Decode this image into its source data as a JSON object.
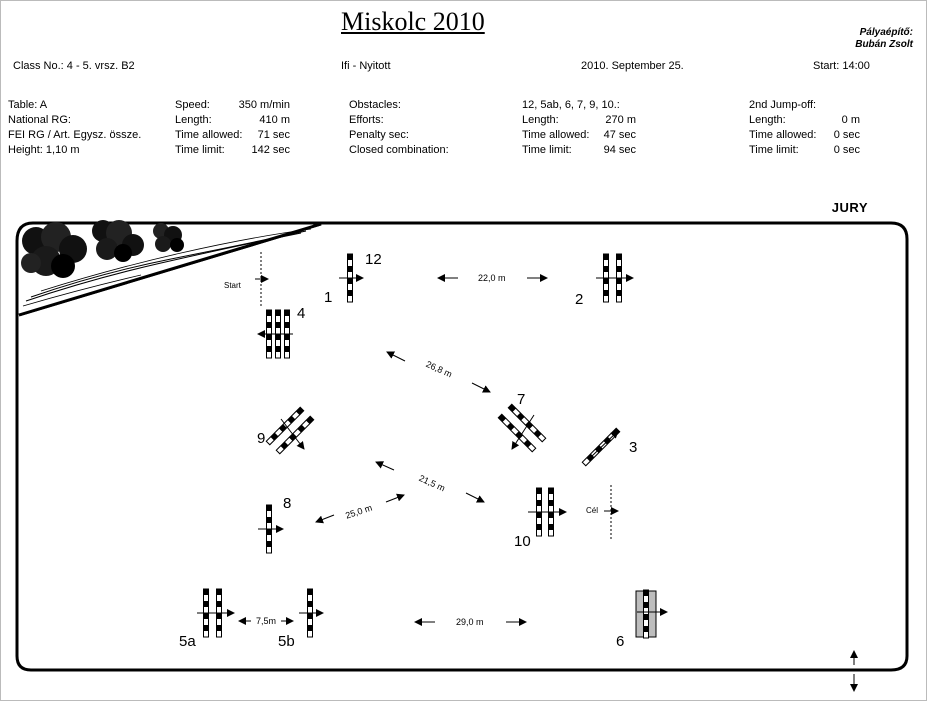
{
  "title": "Miskolc 2010",
  "designer": {
    "role": "Pályaépítő:",
    "name": "Bubán Zsolt"
  },
  "header": {
    "class_no": "Class No.: 4 - 5. vrsz. B2",
    "category": "Ifi - Nyitott",
    "date": "2010. September 25.",
    "start": "Start: 14:00"
  },
  "col1": [
    "Table: A",
    "National RG:",
    "FEI RG / Art. Egysz. össze.",
    "Height: 1,10 m"
  ],
  "col2": {
    "labels": [
      "Speed:",
      "Length:",
      "Time allowed:",
      "Time limit:"
    ],
    "values": [
      "350 m/min",
      "410 m",
      "71 sec",
      "142 sec"
    ]
  },
  "col3": [
    "Obstacles:",
    "Efforts:",
    "Penalty sec:",
    "Closed combination:"
  ],
  "col4": {
    "header": "12, 5ab, 6, 7, 9, 10.:",
    "labels": [
      "Length:",
      "Time allowed:",
      "Time limit:"
    ],
    "values": [
      "270 m",
      "47 sec",
      "94 sec"
    ]
  },
  "col5": {
    "header": "2nd Jump-off:",
    "labels": [
      "Length:",
      "Time allowed:",
      "Time limit:"
    ],
    "values": [
      "0 m",
      "0 sec",
      "0 sec"
    ]
  },
  "jury": "JURY",
  "arena": {
    "start_label": "Start",
    "finish_label": "Cél",
    "distances": {
      "d1_2": "22,0 m",
      "d4_7": "26,8 m",
      "d9_10": "21,5 m",
      "d10_8": "25,0 m",
      "d5a_5b": "7,5m",
      "d5b_6": "29,0 m"
    },
    "obstacles": {
      "o1": "1",
      "o12": "12",
      "o2": "2",
      "o4": "4",
      "o7": "7",
      "o9": "9",
      "o3": "3",
      "o8": "8",
      "o10": "10",
      "o5a": "5a",
      "o5b": "5b",
      "o6": "6"
    }
  }
}
